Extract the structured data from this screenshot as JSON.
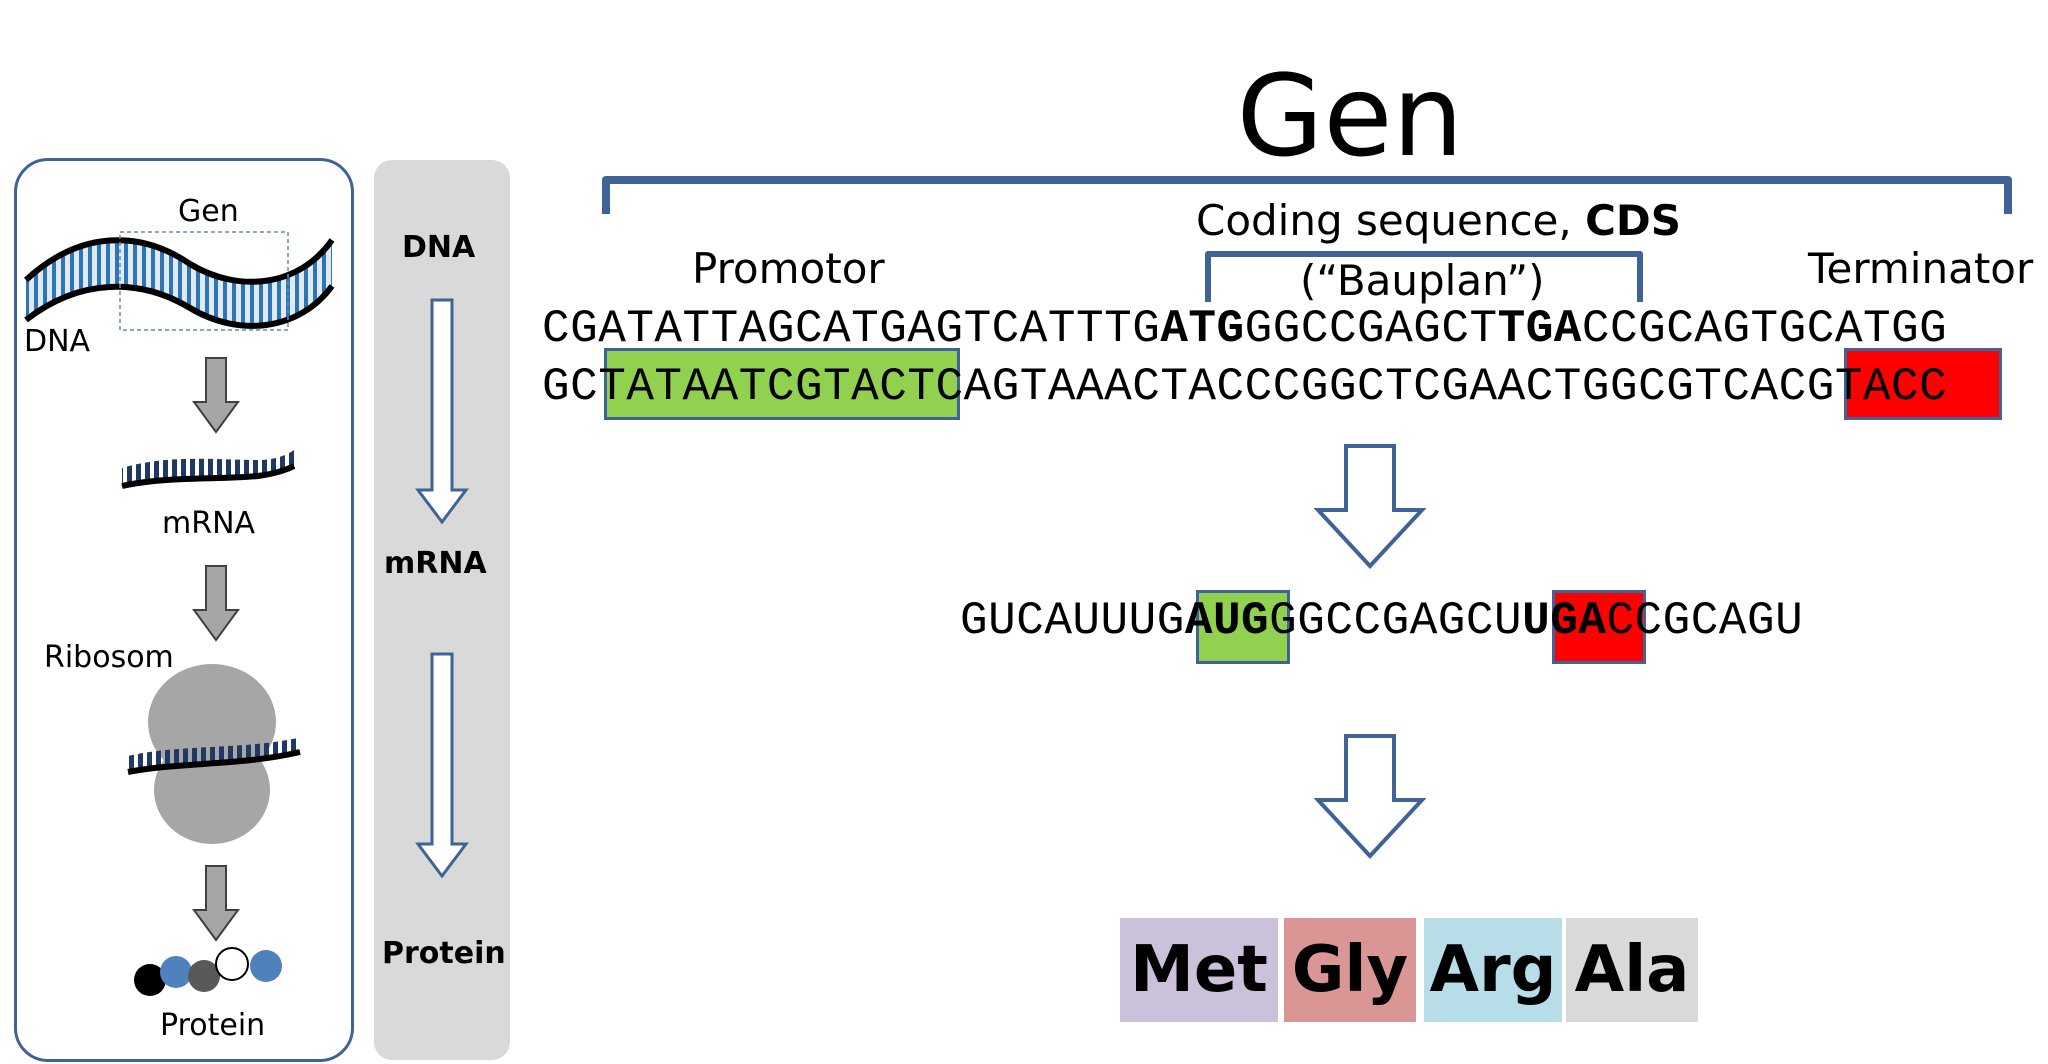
{
  "title": "Gen",
  "left_panel": {
    "gen_label": "Gen",
    "dna_label": "DNA",
    "mrna_label": "mRNA",
    "ribosom_label": "Ribosom",
    "protein_label": "Protein"
  },
  "flow": {
    "dna": "DNA",
    "mrna": "mRNA",
    "protein": "Protein"
  },
  "gene_regions": {
    "promotor": "Promotor",
    "cds_prefix": "Coding sequence, ",
    "cds_bold": "CDS",
    "bauplan": "(“Bauplan”)",
    "terminator": "Terminator"
  },
  "dna_top": {
    "pre": "CGATATTAGCATGAGTCATTTG",
    "start": "ATG",
    "mid": "GGCCGAGCT",
    "stop": "TGA",
    "post": "CCGCAGTGCATGG"
  },
  "dna_bottom": {
    "pre": "GC",
    "promoter_box": "TATAATCGTACT",
    "mid": "CAGTAAACTACCCGGCTCGAACTGGCGTCA",
    "terminator_box": "CGTAC",
    "post": "C"
  },
  "mrna": {
    "pre": "GUCAUUUG",
    "start": "AUG",
    "mid": "GGCCGAGCU",
    "stop": "UGA",
    "post": "CCGCAGU"
  },
  "amino_acids": [
    {
      "name": "Met",
      "color": "#ccc1da"
    },
    {
      "name": "Gly",
      "color": "#d99694"
    },
    {
      "name": "Arg",
      "color": "#b7dde8"
    },
    {
      "name": "Ala",
      "color": "#d9d9d9"
    }
  ],
  "colors": {
    "accent": "#3f6397",
    "green": "#92d050",
    "red": "#ff0000",
    "arrow_gray": "#a6a6a6",
    "panel_gray": "#d9d9d9",
    "ribosome_gray": "#a6a6a6"
  }
}
